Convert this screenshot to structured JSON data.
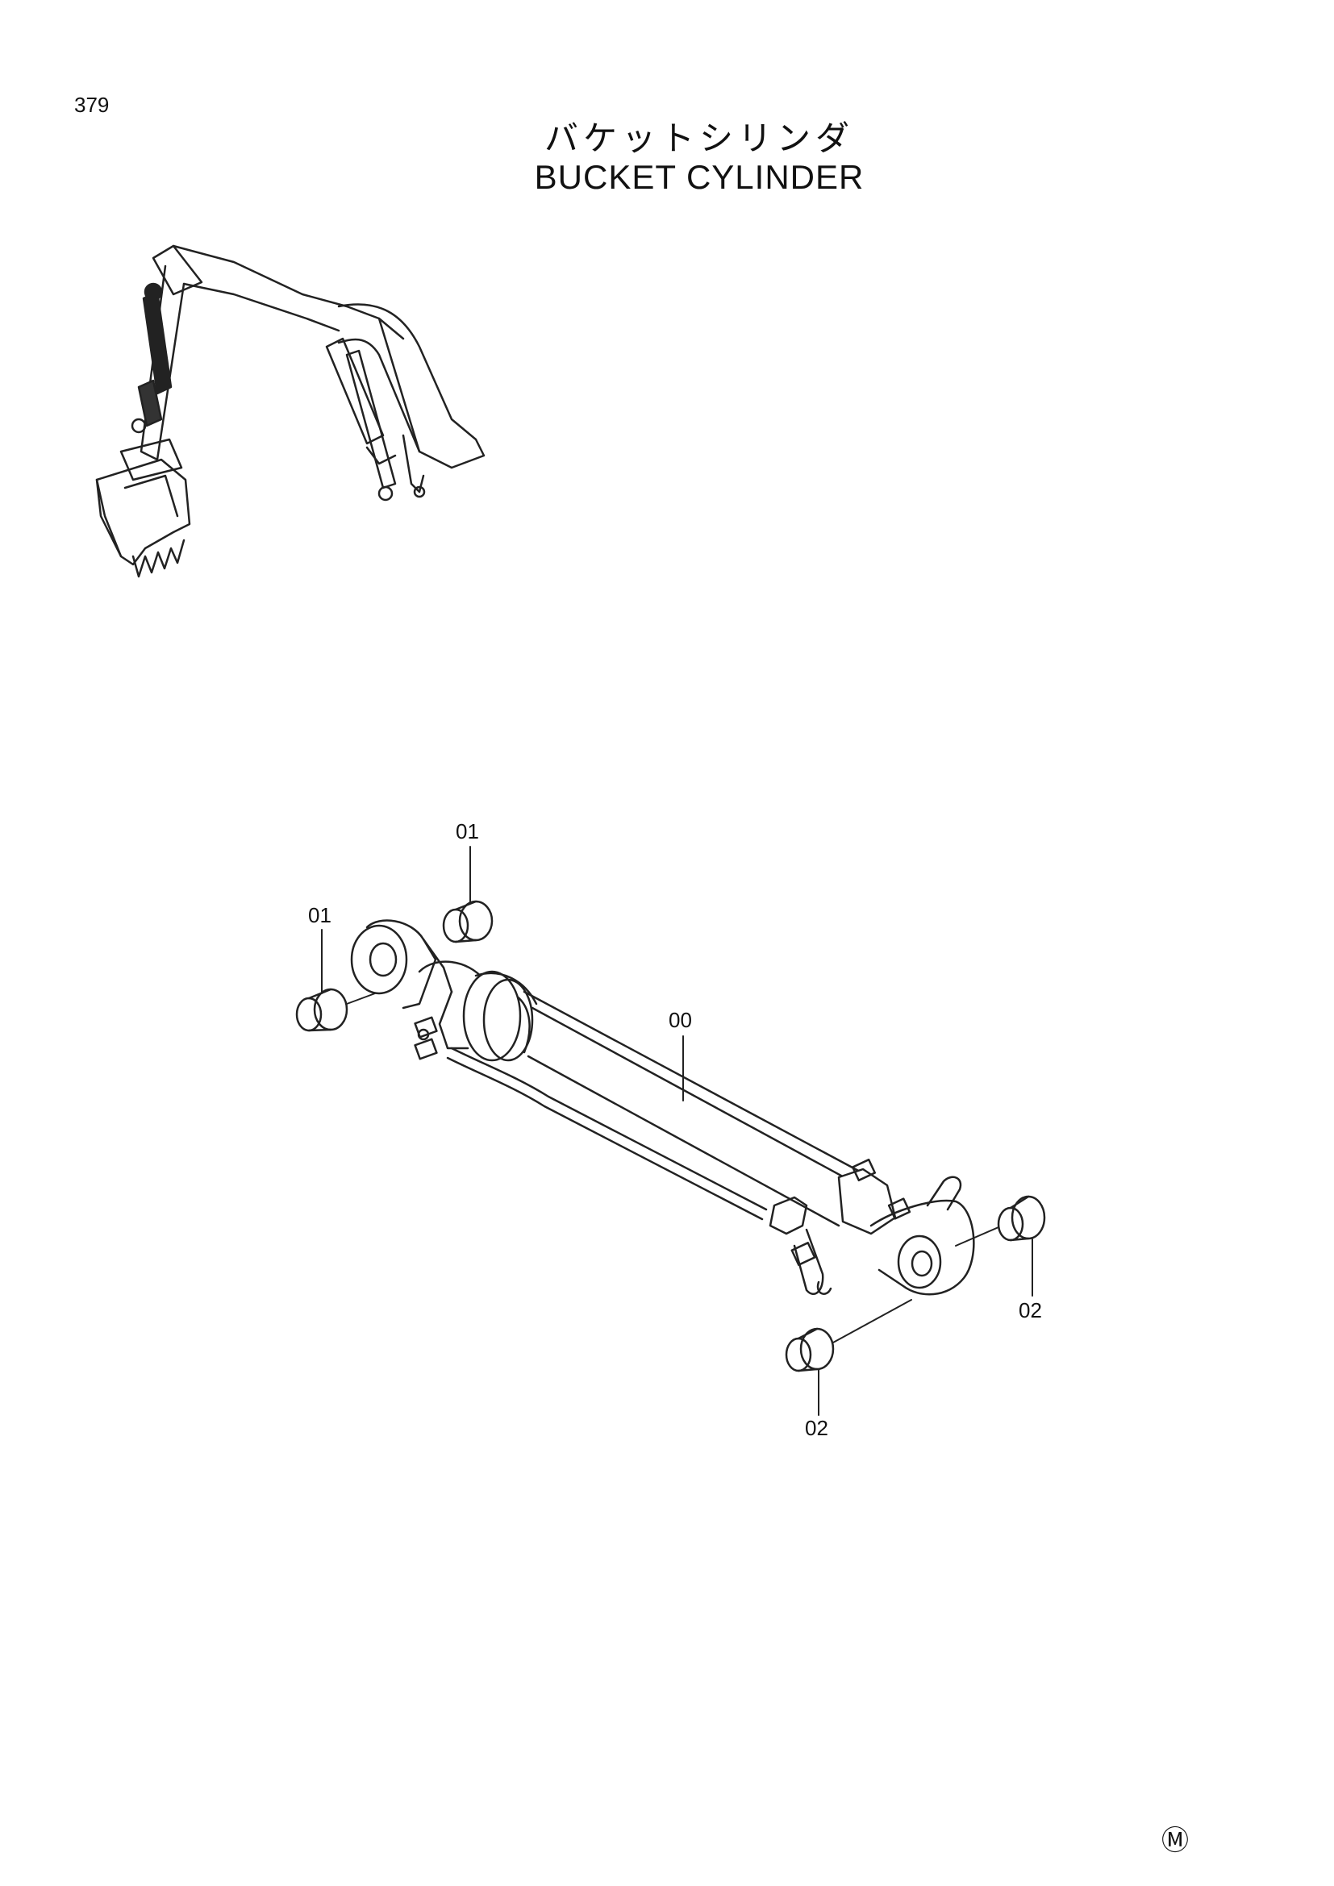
{
  "page": {
    "number": "379"
  },
  "title": {
    "japanese": "バケットシリンダ",
    "english": "BUCKET  CYLINDER"
  },
  "callouts": [
    {
      "id": "c01a",
      "label": "01"
    },
    {
      "id": "c01b",
      "label": "01"
    },
    {
      "id": "c00",
      "label": "00"
    },
    {
      "id": "c02a",
      "label": "02"
    },
    {
      "id": "c02b",
      "label": "02"
    }
  ],
  "footer": {
    "mark": "Ⓜ"
  },
  "icons": [
    "excavator-arm-overview-icon",
    "bucket-cylinder-assembly-icon",
    "bushing-icon"
  ]
}
